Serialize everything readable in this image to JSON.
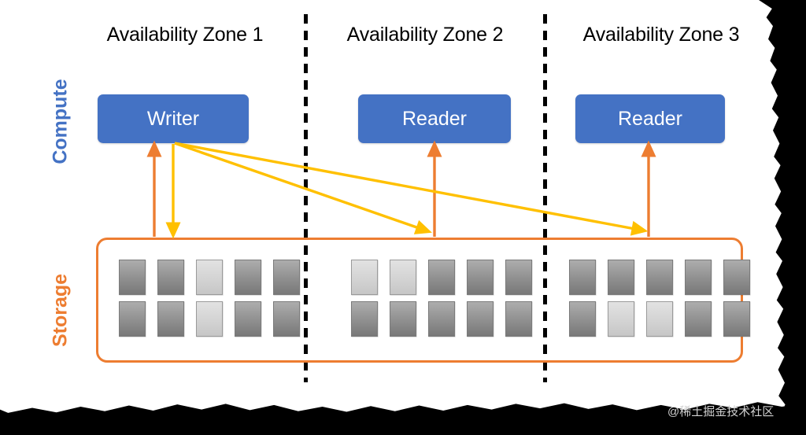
{
  "diagram": {
    "title_row": {
      "zones": [
        {
          "id": "az1",
          "label": "Availability Zone 1"
        },
        {
          "id": "az2",
          "label": "Availability Zone 2"
        },
        {
          "id": "az3",
          "label": "Availability Zone 3"
        }
      ]
    },
    "axis_labels": {
      "compute": "Compute",
      "storage": "Storage"
    },
    "compute_nodes": [
      {
        "zone": "az1",
        "label": "Writer",
        "role": "writer"
      },
      {
        "zone": "az2",
        "label": "Reader",
        "role": "reader"
      },
      {
        "zone": "az3",
        "label": "Reader",
        "role": "reader"
      }
    ],
    "storage": {
      "zones": [
        {
          "zone": "az1",
          "rows": [
            [
              "dark",
              "dark",
              "light",
              "dark",
              "dark"
            ],
            [
              "dark",
              "dark",
              "light",
              "dark",
              "dark"
            ]
          ]
        },
        {
          "zone": "az2",
          "rows": [
            [
              "light",
              "light",
              "dark",
              "dark",
              "dark"
            ],
            [
              "dark",
              "dark",
              "dark",
              "dark",
              "dark"
            ]
          ]
        },
        {
          "zone": "az3",
          "rows": [
            [
              "dark",
              "dark",
              "dark",
              "dark",
              "dark"
            ],
            [
              "dark",
              "light",
              "light",
              "dark",
              "dark"
            ]
          ]
        }
      ]
    },
    "arrows": {
      "read_arrows": [
        {
          "from": "storage-az1",
          "to": "writer",
          "direction": "up"
        },
        {
          "from": "storage-az2",
          "to": "reader2",
          "direction": "up"
        },
        {
          "from": "storage-az3",
          "to": "reader3",
          "direction": "up"
        }
      ],
      "write_arrows": [
        {
          "from": "writer",
          "to": "storage-az1",
          "direction": "down"
        },
        {
          "from": "writer",
          "to": "storage-az2",
          "direction": "diagonal"
        },
        {
          "from": "writer",
          "to": "storage-az3",
          "direction": "diagonal"
        }
      ]
    },
    "watermark": "@稀土掘金技术社区",
    "colors": {
      "node_blue": "#4472C4",
      "storage_orange": "#ED7D31",
      "read_arrow": "#ED7D31",
      "write_arrow": "#FFC000",
      "divider": "#000000",
      "block_dark": "#8F8F8F",
      "block_light": "#D8D8D8",
      "watermark": "#D2D2D2"
    }
  }
}
